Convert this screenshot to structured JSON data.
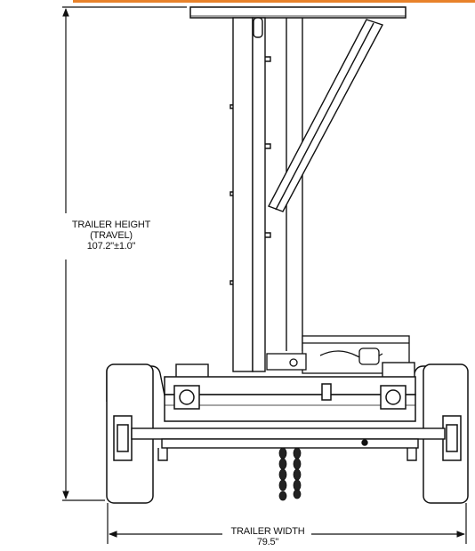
{
  "header_accent_color": "#e8822a",
  "dimensions": {
    "height": {
      "line1": "TRAILER HEIGHT",
      "line2": "(TRAVEL)",
      "value": "107.2\"±1.0\""
    },
    "width": {
      "line1": "TRAILER WIDTH",
      "value": "79.5\""
    }
  }
}
